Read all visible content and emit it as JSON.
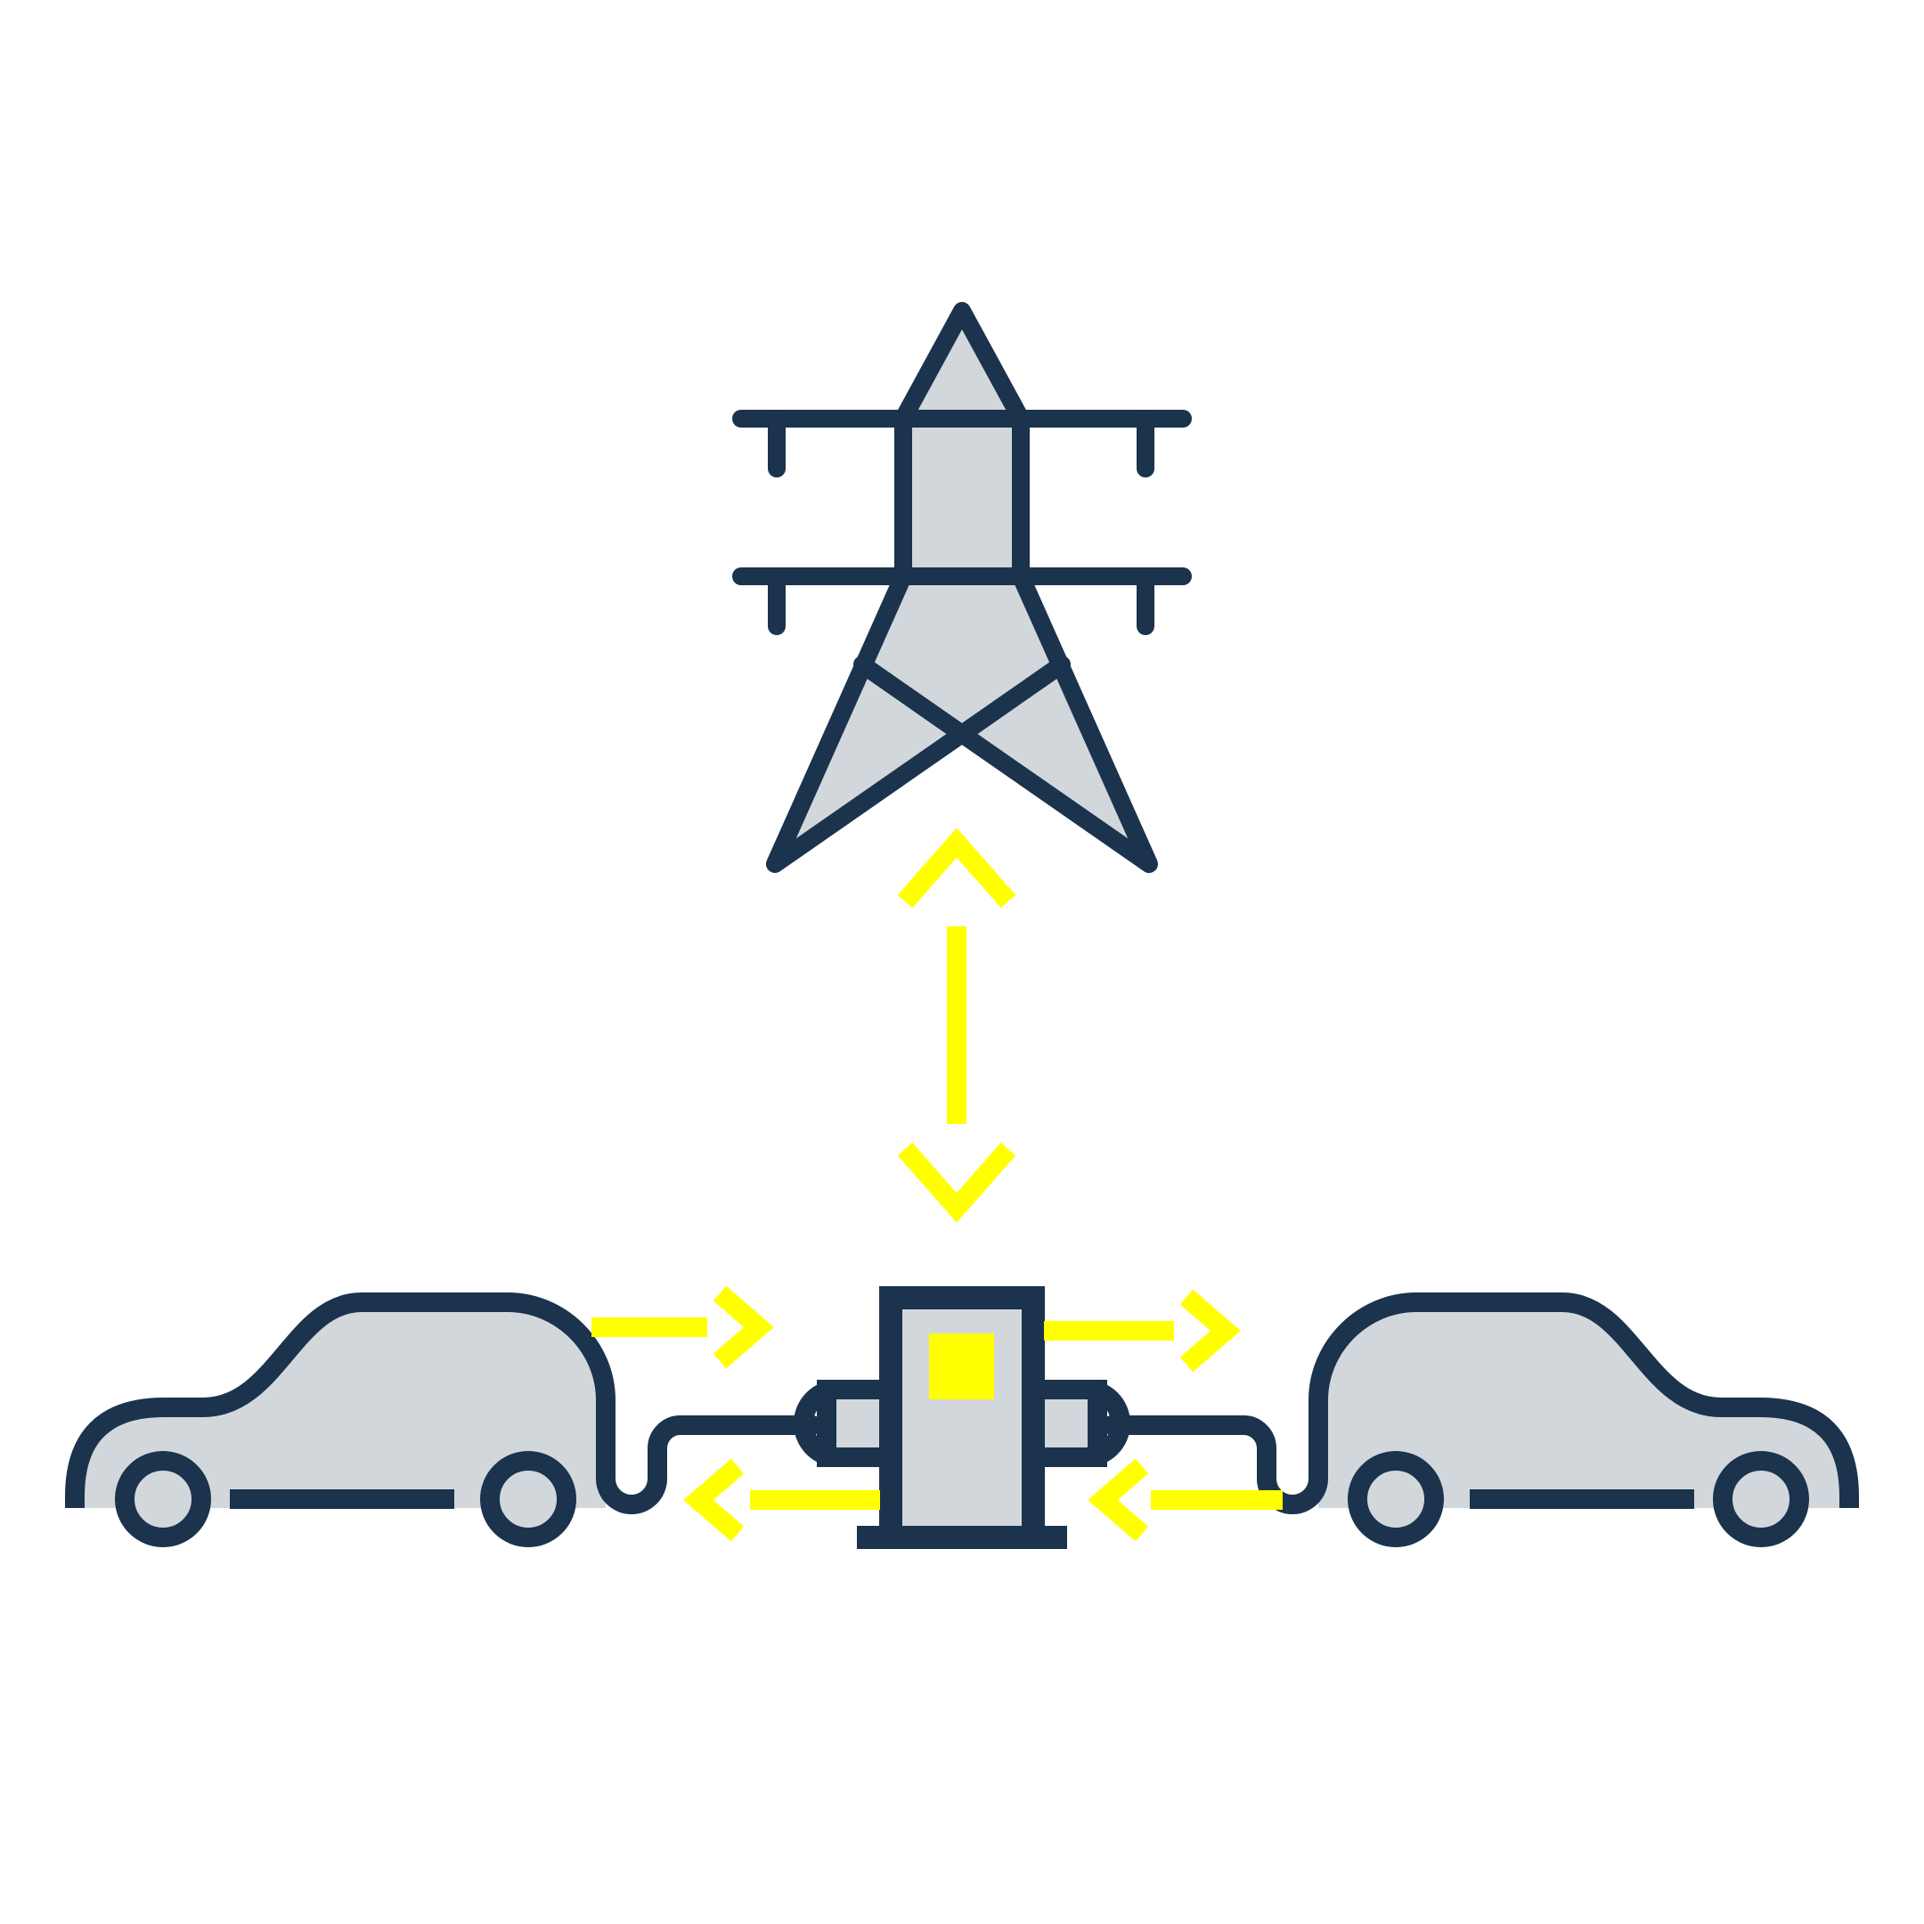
{
  "colors": {
    "outline": "#1b334d",
    "fill": "#d2d7dc",
    "energy": "#ffff00",
    "background": "#ffffff"
  },
  "illustration": {
    "pylon": {
      "icon": "power-pylon-icon"
    },
    "charger": {
      "icon": "charging-station-icon"
    },
    "vehicles": [
      {
        "icon": "electric-car-icon",
        "side": "left"
      },
      {
        "icon": "electric-car-icon",
        "side": "right"
      }
    ],
    "energy_flows": [
      {
        "icon": "bidirectional-arrow-icon",
        "between": "grid-and-charger"
      },
      {
        "icon": "bidirectional-arrow-icon",
        "between": "left-car-and-charger"
      },
      {
        "icon": "bidirectional-arrow-icon",
        "between": "charger-and-right-car"
      }
    ]
  }
}
